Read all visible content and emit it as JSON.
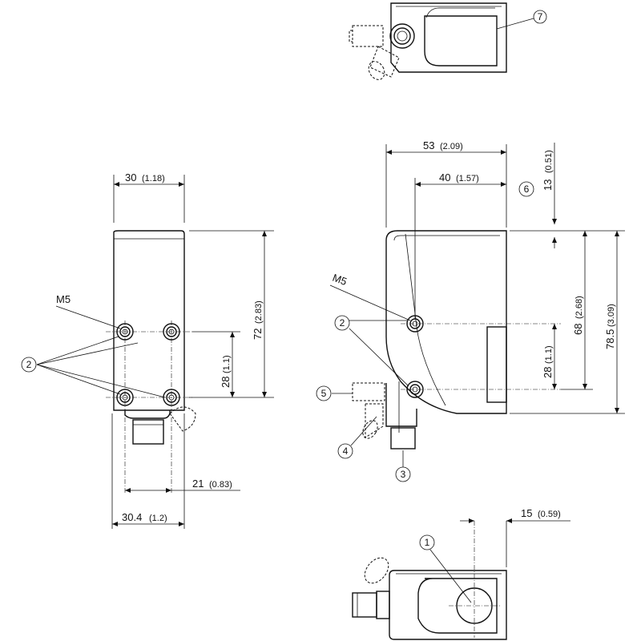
{
  "callouts": {
    "c1": "1",
    "c2": "2",
    "c3": "3",
    "c4": "4",
    "c5": "5",
    "c6": "6",
    "c7": "7"
  },
  "thread_label": "M5",
  "front_view": {
    "width_top": "30",
    "width_top_in": "(1.18)",
    "height": "72",
    "height_in": "(2.83)",
    "hole_spacing": "28",
    "hole_spacing_in": "(1.1)",
    "conn_offset": "21",
    "conn_offset_in": "(0.83)",
    "width_bottom": "30.4",
    "width_bottom_in": "(1.2)"
  },
  "side_view": {
    "width": "53",
    "width_in": "(2.09)",
    "hole_x": "40",
    "hole_x_in": "(1.57)",
    "top_offset": "13",
    "top_offset_in": "(0.51)",
    "body_h": "68",
    "body_h_in": "(2.68)",
    "total_h": "78.5",
    "total_h_in": "(3.09)",
    "hole_spacing": "28",
    "hole_spacing_in": "(1.1)"
  },
  "bottom_view": {
    "optic_offset": "15",
    "optic_offset_in": "(0.59)"
  }
}
